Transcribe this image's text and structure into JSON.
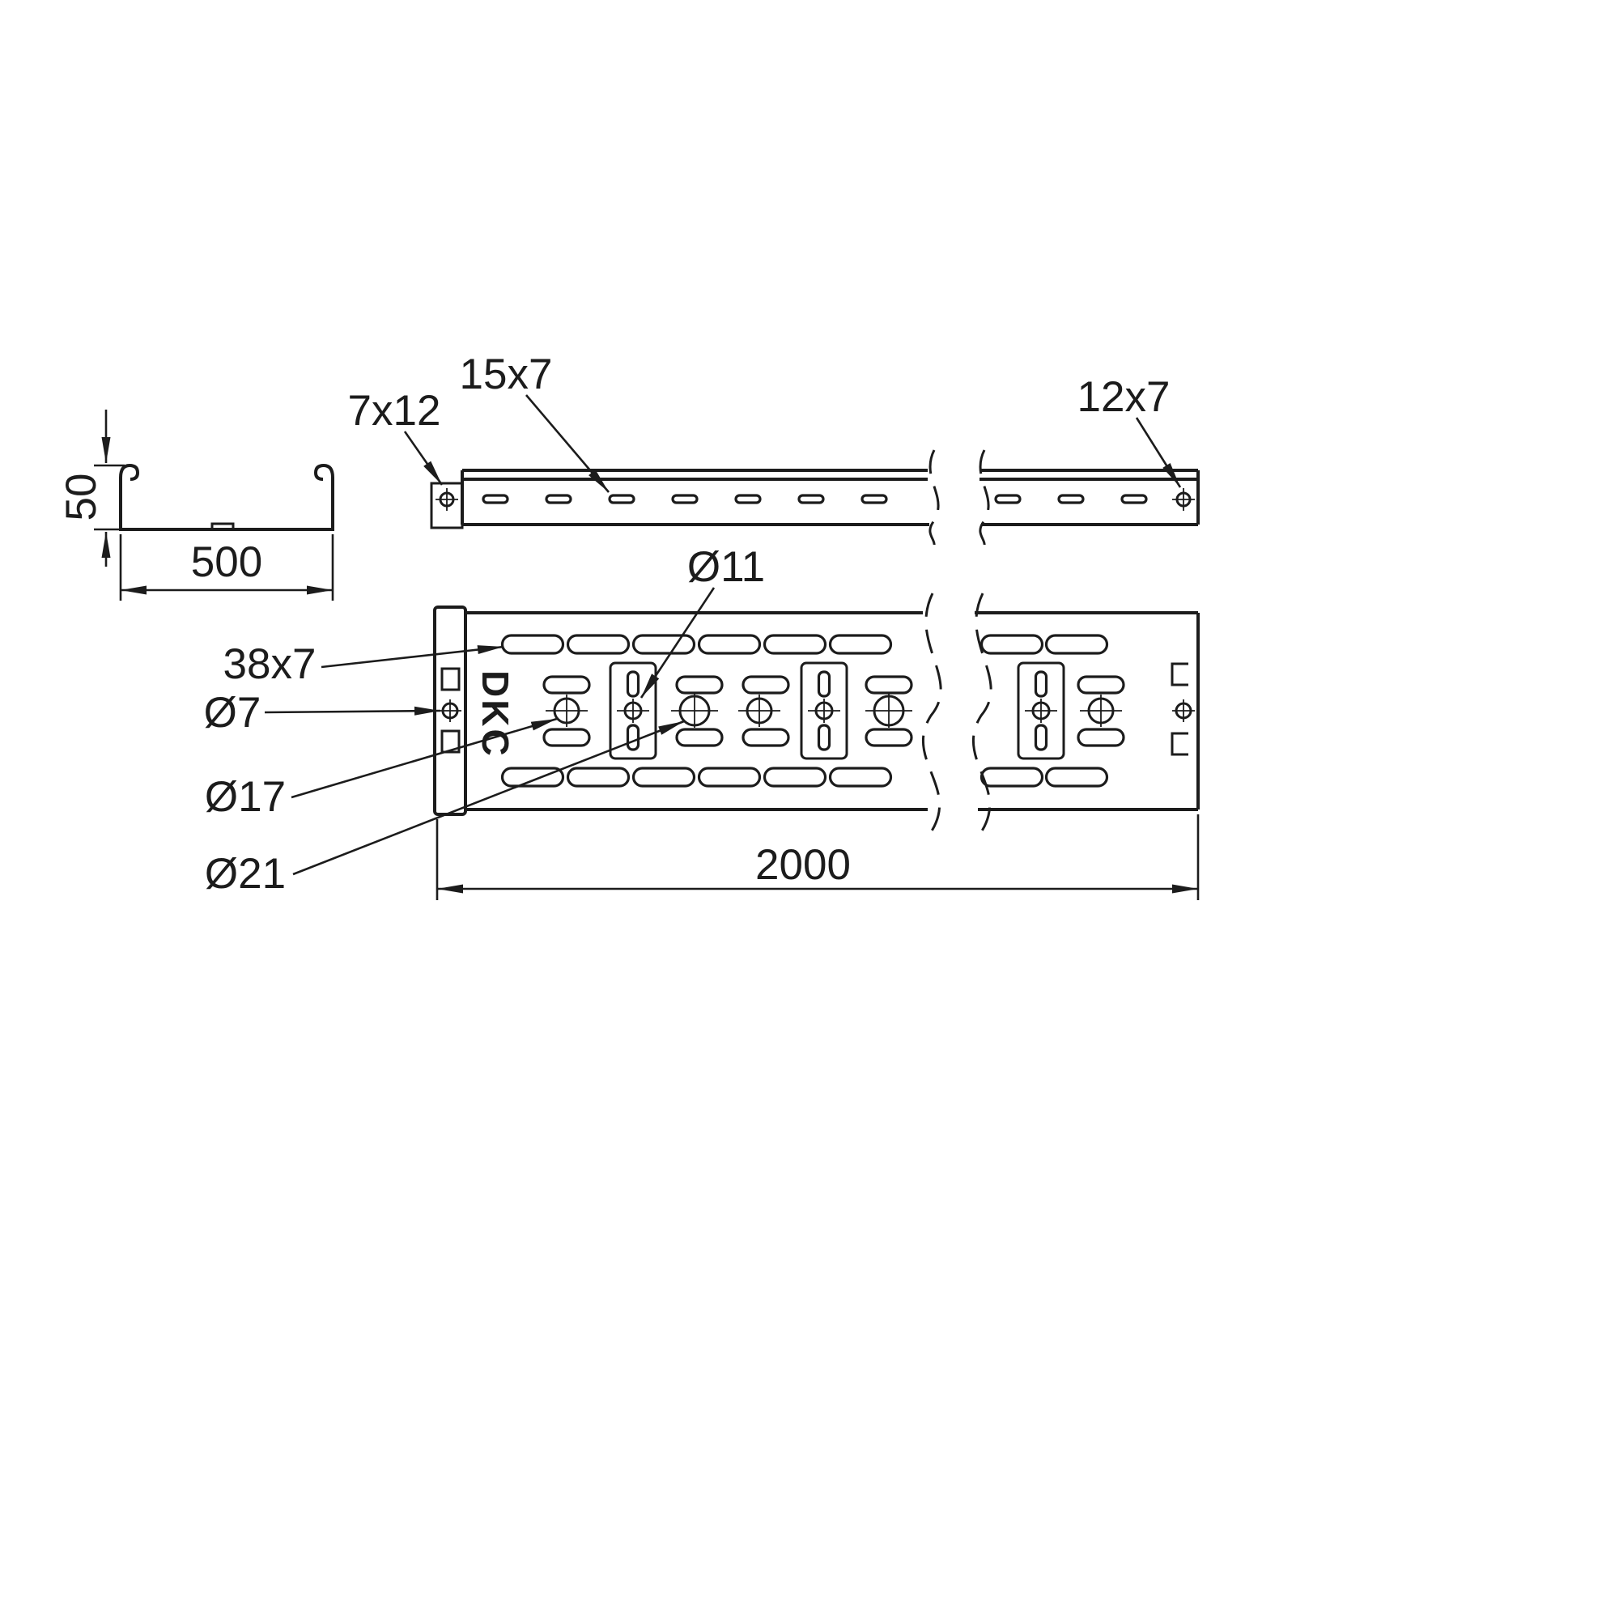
{
  "colors": {
    "line": "#1c1c1c",
    "background": "#ffffff"
  },
  "section_view": {
    "height_dim": "50",
    "width_dim": "500"
  },
  "side_view": {
    "left_end_slot_label": "7x12",
    "wall_slot_label": "15x7",
    "right_end_slot_label": "12x7"
  },
  "plan_view": {
    "brand": "DKC",
    "bottom_slot_label": "38x7",
    "end_hole_label": "Ø7",
    "round_hole_label": "Ø17",
    "large_hole_label": "Ø21",
    "plate_hole_label": "Ø11",
    "length_dim": "2000"
  }
}
